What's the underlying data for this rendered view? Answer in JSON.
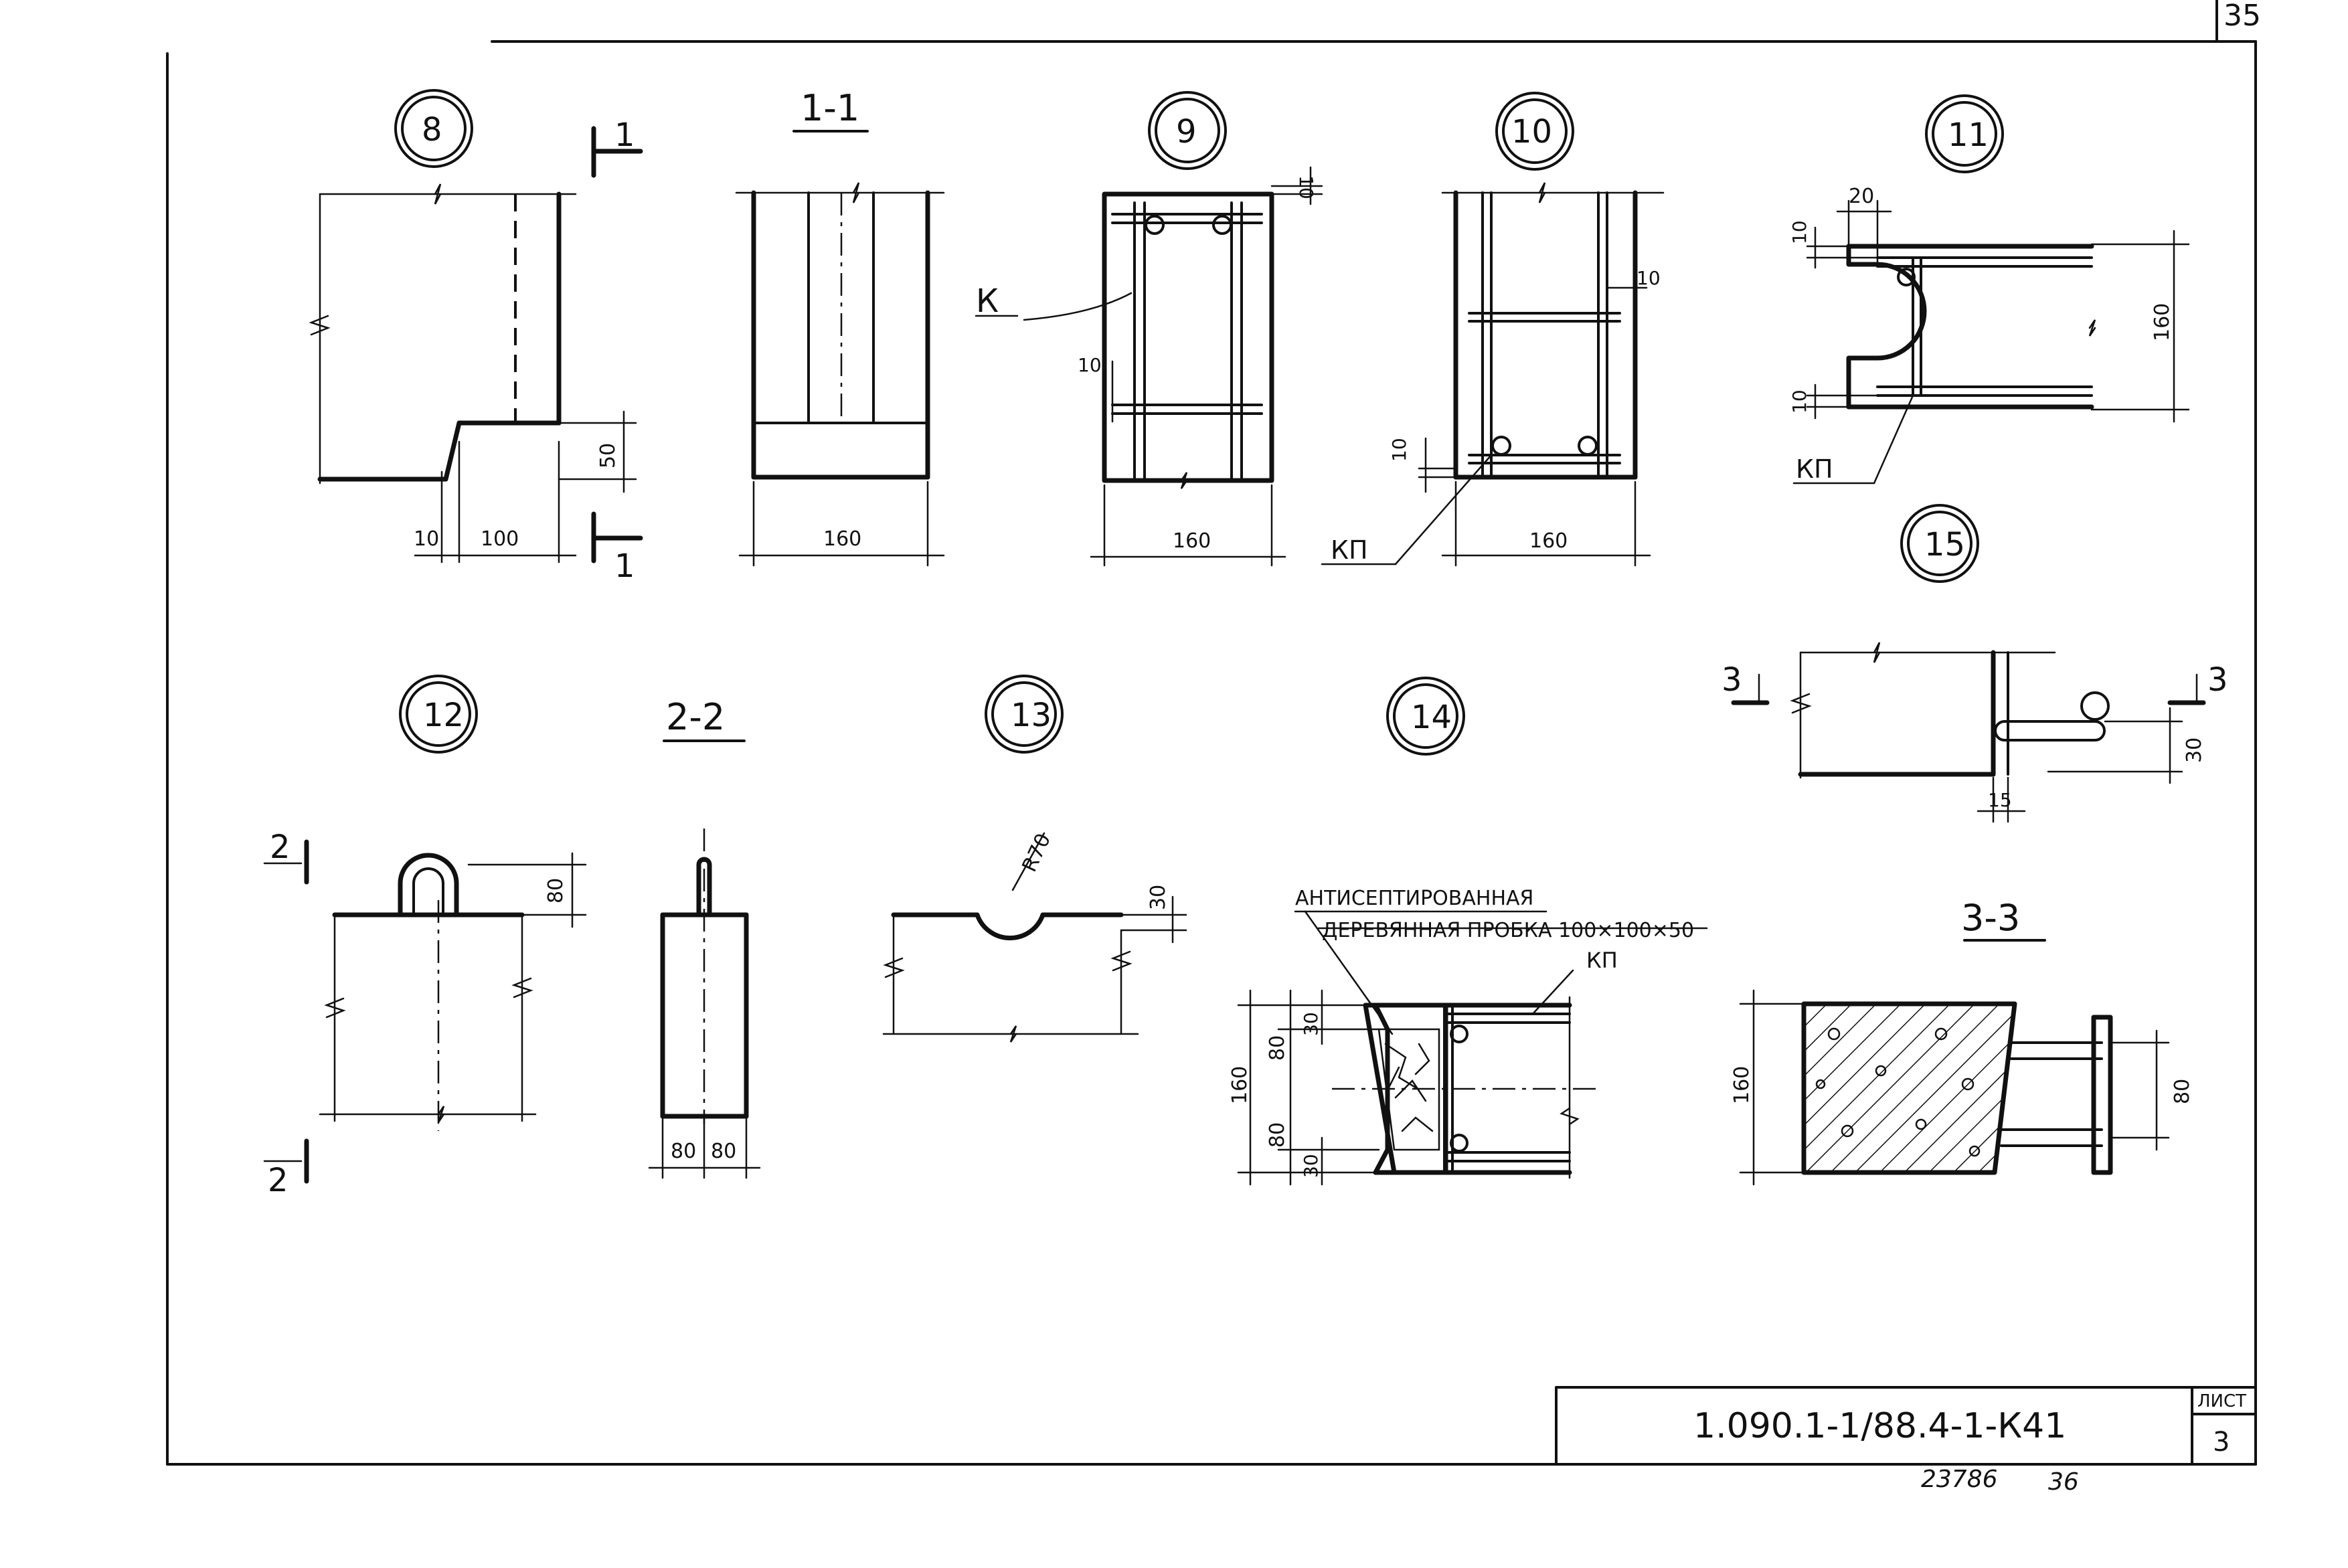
{
  "sheet": {
    "page_number": "35",
    "code": "1.090.1-1/88.4-1-К41",
    "sheet_label": "ЛИСТ",
    "sheet_number": "3",
    "inventory_number": "23786",
    "inventory_suffix": "36"
  },
  "details": {
    "d8": "8",
    "d9": "9",
    "d10": "10",
    "d11": "11",
    "d12": "12",
    "d13": "13",
    "d14": "14",
    "d15": "15"
  },
  "sections": {
    "s11": "1-1",
    "s22": "2-2",
    "s33": "3-3",
    "mark1": "1",
    "mark2": "2",
    "mark3": "3"
  },
  "labels": {
    "k": "К",
    "kp": "КП",
    "r70": "R70",
    "note_line1": "АНТИСЕПТИРОВАННАЯ",
    "note_line2": "ДЕРЕВЯННАЯ ПРОБКА 100×100×50"
  },
  "dims": {
    "d10": "10",
    "d15": "15",
    "d20": "20",
    "d30": "30",
    "d50": "50",
    "d80": "80",
    "d100": "100",
    "d160": "160"
  }
}
